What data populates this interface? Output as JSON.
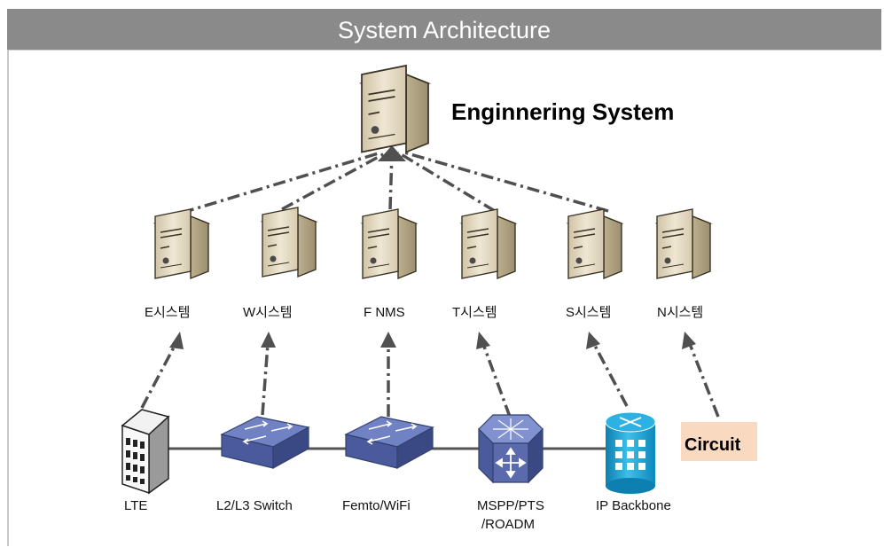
{
  "title": "System Architecture",
  "top_server": {
    "label": "Enginnering System",
    "icon": "server-tower-icon"
  },
  "mid_servers": [
    {
      "label": "E시스템",
      "icon": "server-tower-icon"
    },
    {
      "label": "W시스템",
      "icon": "server-tower-icon"
    },
    {
      "label": "F NMS",
      "icon": "server-tower-icon"
    },
    {
      "label": "T시스템",
      "icon": "server-tower-icon"
    },
    {
      "label": "S시스템",
      "icon": "server-tower-icon"
    },
    {
      "label": "N시스템",
      "icon": "server-tower-icon"
    }
  ],
  "devices": [
    {
      "label": "LTE",
      "icon": "lte-base-station-icon"
    },
    {
      "label": "L2/L3 Switch",
      "icon": "network-switch-icon"
    },
    {
      "label": "Femto/WiFi",
      "icon": "network-switch-icon"
    },
    {
      "label_line1": "MSPP/PTS",
      "label_line2": "/ROADM",
      "icon": "optical-multiplexer-icon"
    },
    {
      "label": "IP Backbone",
      "icon": "router-cylinder-icon"
    }
  ],
  "circuit": {
    "label": "Circuit",
    "bg_color": "#f9d9bf"
  },
  "colors": {
    "title_bar": "#8a8a8a",
    "server_beige": "#e6dcc4",
    "device_blue": "#5566a8",
    "router_cyan": "#1fa6d8",
    "connector": "#505050"
  }
}
